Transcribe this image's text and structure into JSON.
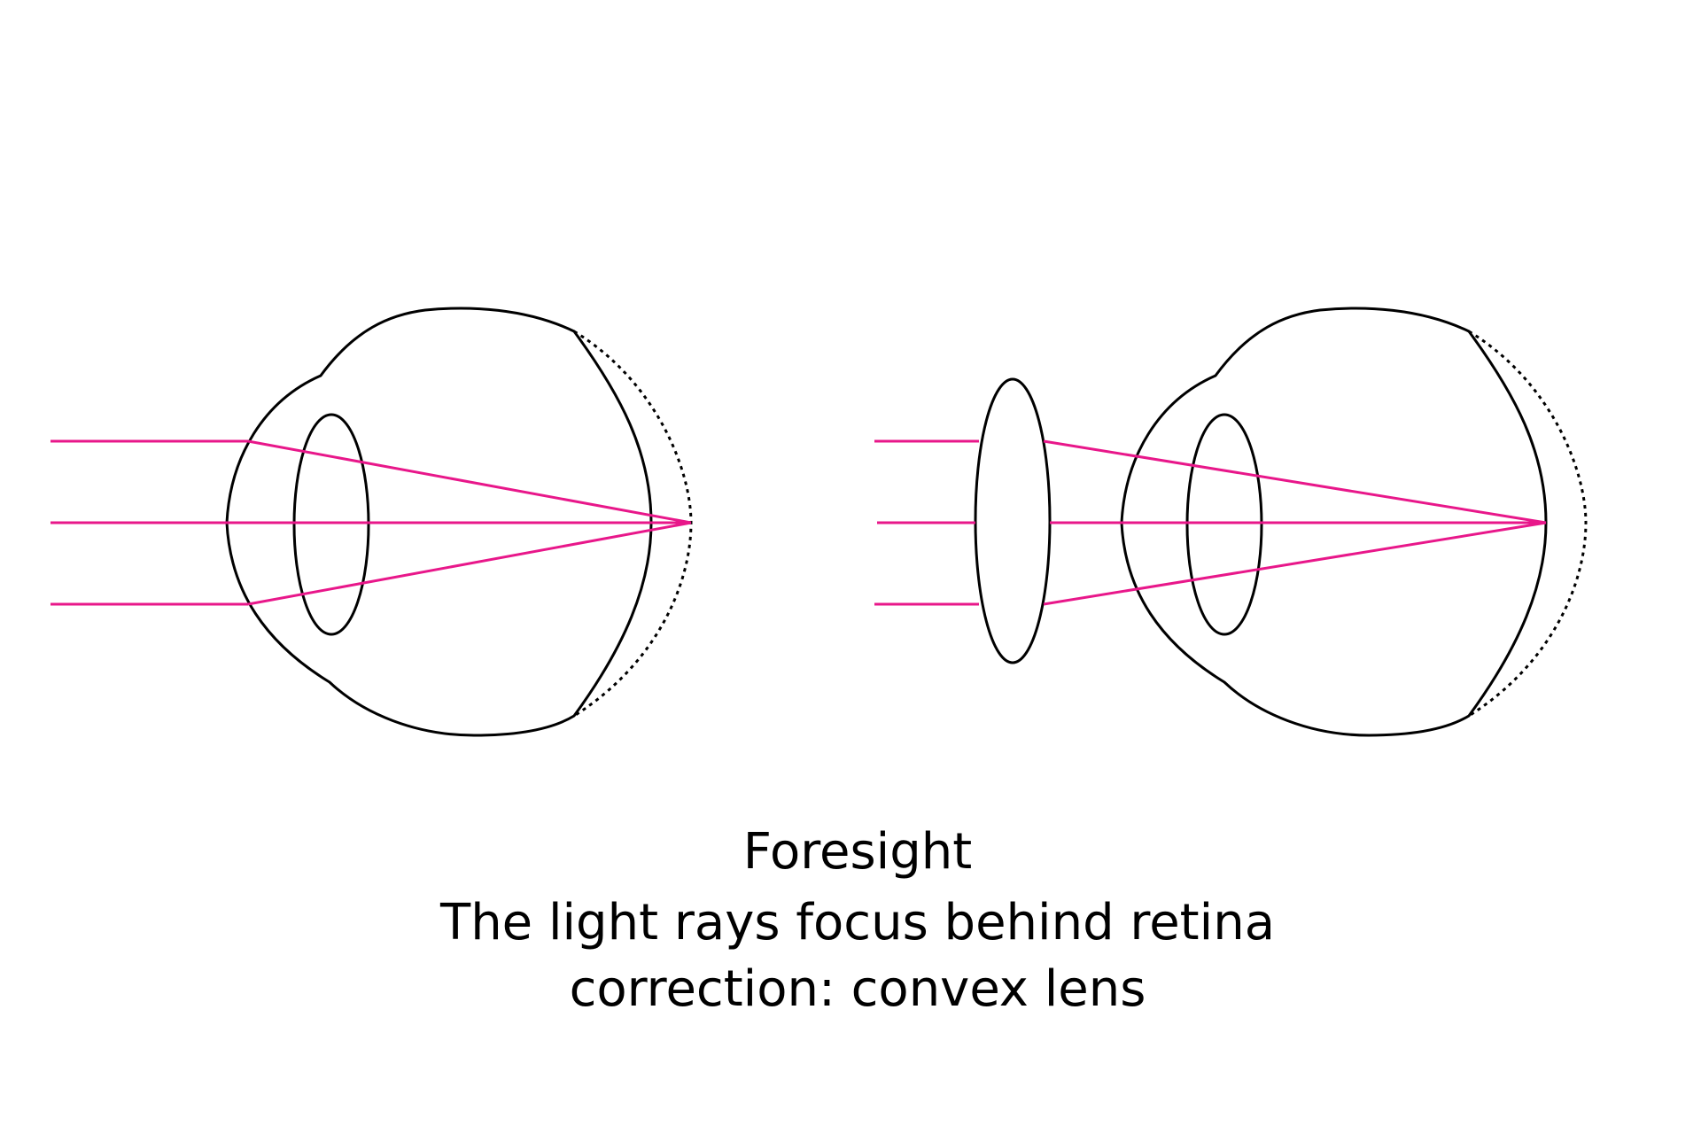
{
  "captions": {
    "title": "Foresight",
    "description": "The light rays focus behind retina",
    "correction": "correction: convex lens"
  },
  "colors": {
    "ray": "#e8178a",
    "outline": "#000000",
    "background": "#ffffff"
  }
}
